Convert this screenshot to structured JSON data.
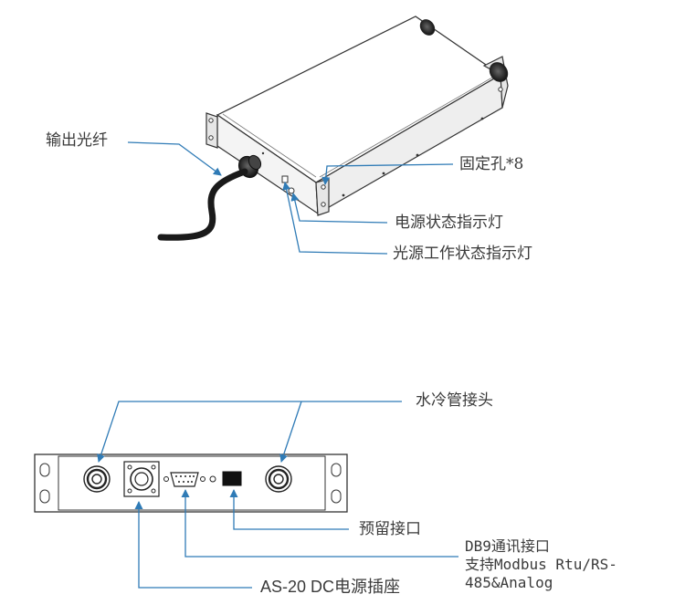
{
  "colors": {
    "leader": "#2f7bb6",
    "outline": "#333333",
    "label": "#3a3a3a"
  },
  "labels": {
    "output_fiber": "输出光纤",
    "mounting_holes": "固定孔*8",
    "power_indicator": "电源状态指示灯",
    "source_status_indicator": "光源工作状态指示灯",
    "water_connector": "水冷管接头",
    "reserved_port": "预留接口",
    "db9_line1": "DB9通讯接口",
    "db9_line2": "支持Modbus Rtu/RS-",
    "db9_line3": "485&Analog",
    "power_socket": "AS-20 DC电源插座"
  }
}
